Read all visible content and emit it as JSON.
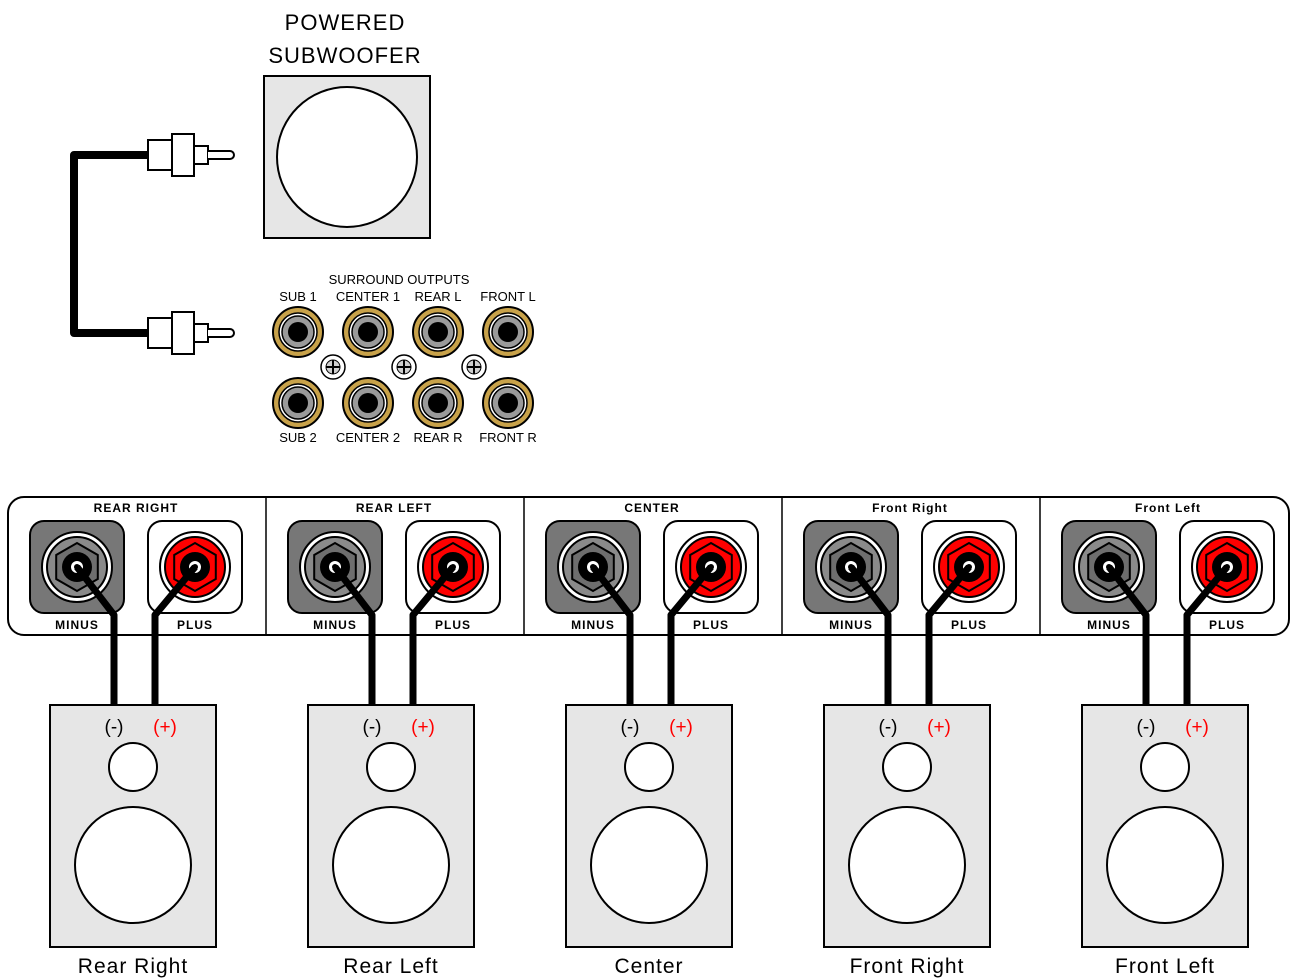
{
  "subwoofer": {
    "title_line1": "POWERED",
    "title_line2": "SUBWOOFER"
  },
  "surround": {
    "title": "SURROUND OUTPUTS",
    "top_labels": [
      "SUB 1",
      "CENTER 1",
      "REAR L",
      "FRONT L"
    ],
    "bottom_labels": [
      "SUB 2",
      "CENTER 2",
      "REAR R",
      "FRONT R"
    ]
  },
  "terminals": [
    {
      "header": "REAR RIGHT",
      "minus": "MINUS",
      "plus": "PLUS"
    },
    {
      "header": "REAR LEFT",
      "minus": "MINUS",
      "plus": "PLUS"
    },
    {
      "header": "CENTER",
      "minus": "MINUS",
      "plus": "PLUS"
    },
    {
      "header": "Front Right",
      "minus": "MINUS",
      "plus": "PLUS"
    },
    {
      "header": "Front Left",
      "minus": "MINUS",
      "plus": "PLUS"
    }
  ],
  "speakers": [
    {
      "name": "Rear Right",
      "neg": "(-)",
      "pos": "(+)"
    },
    {
      "name": "Rear Left",
      "neg": "(-)",
      "pos": "(+)"
    },
    {
      "name": "Center",
      "neg": "(-)",
      "pos": "(+)"
    },
    {
      "name": "Front Right",
      "neg": "(-)",
      "pos": "(+)"
    },
    {
      "name": "Front Left",
      "neg": "(-)",
      "pos": "(+)"
    }
  ],
  "colors": {
    "plus_terminal": "#ff0000",
    "minus_terminal": "#777777",
    "jack_ring": "#c8a24a",
    "panel_fill": "#e6e6e6",
    "wire": "#000000"
  }
}
